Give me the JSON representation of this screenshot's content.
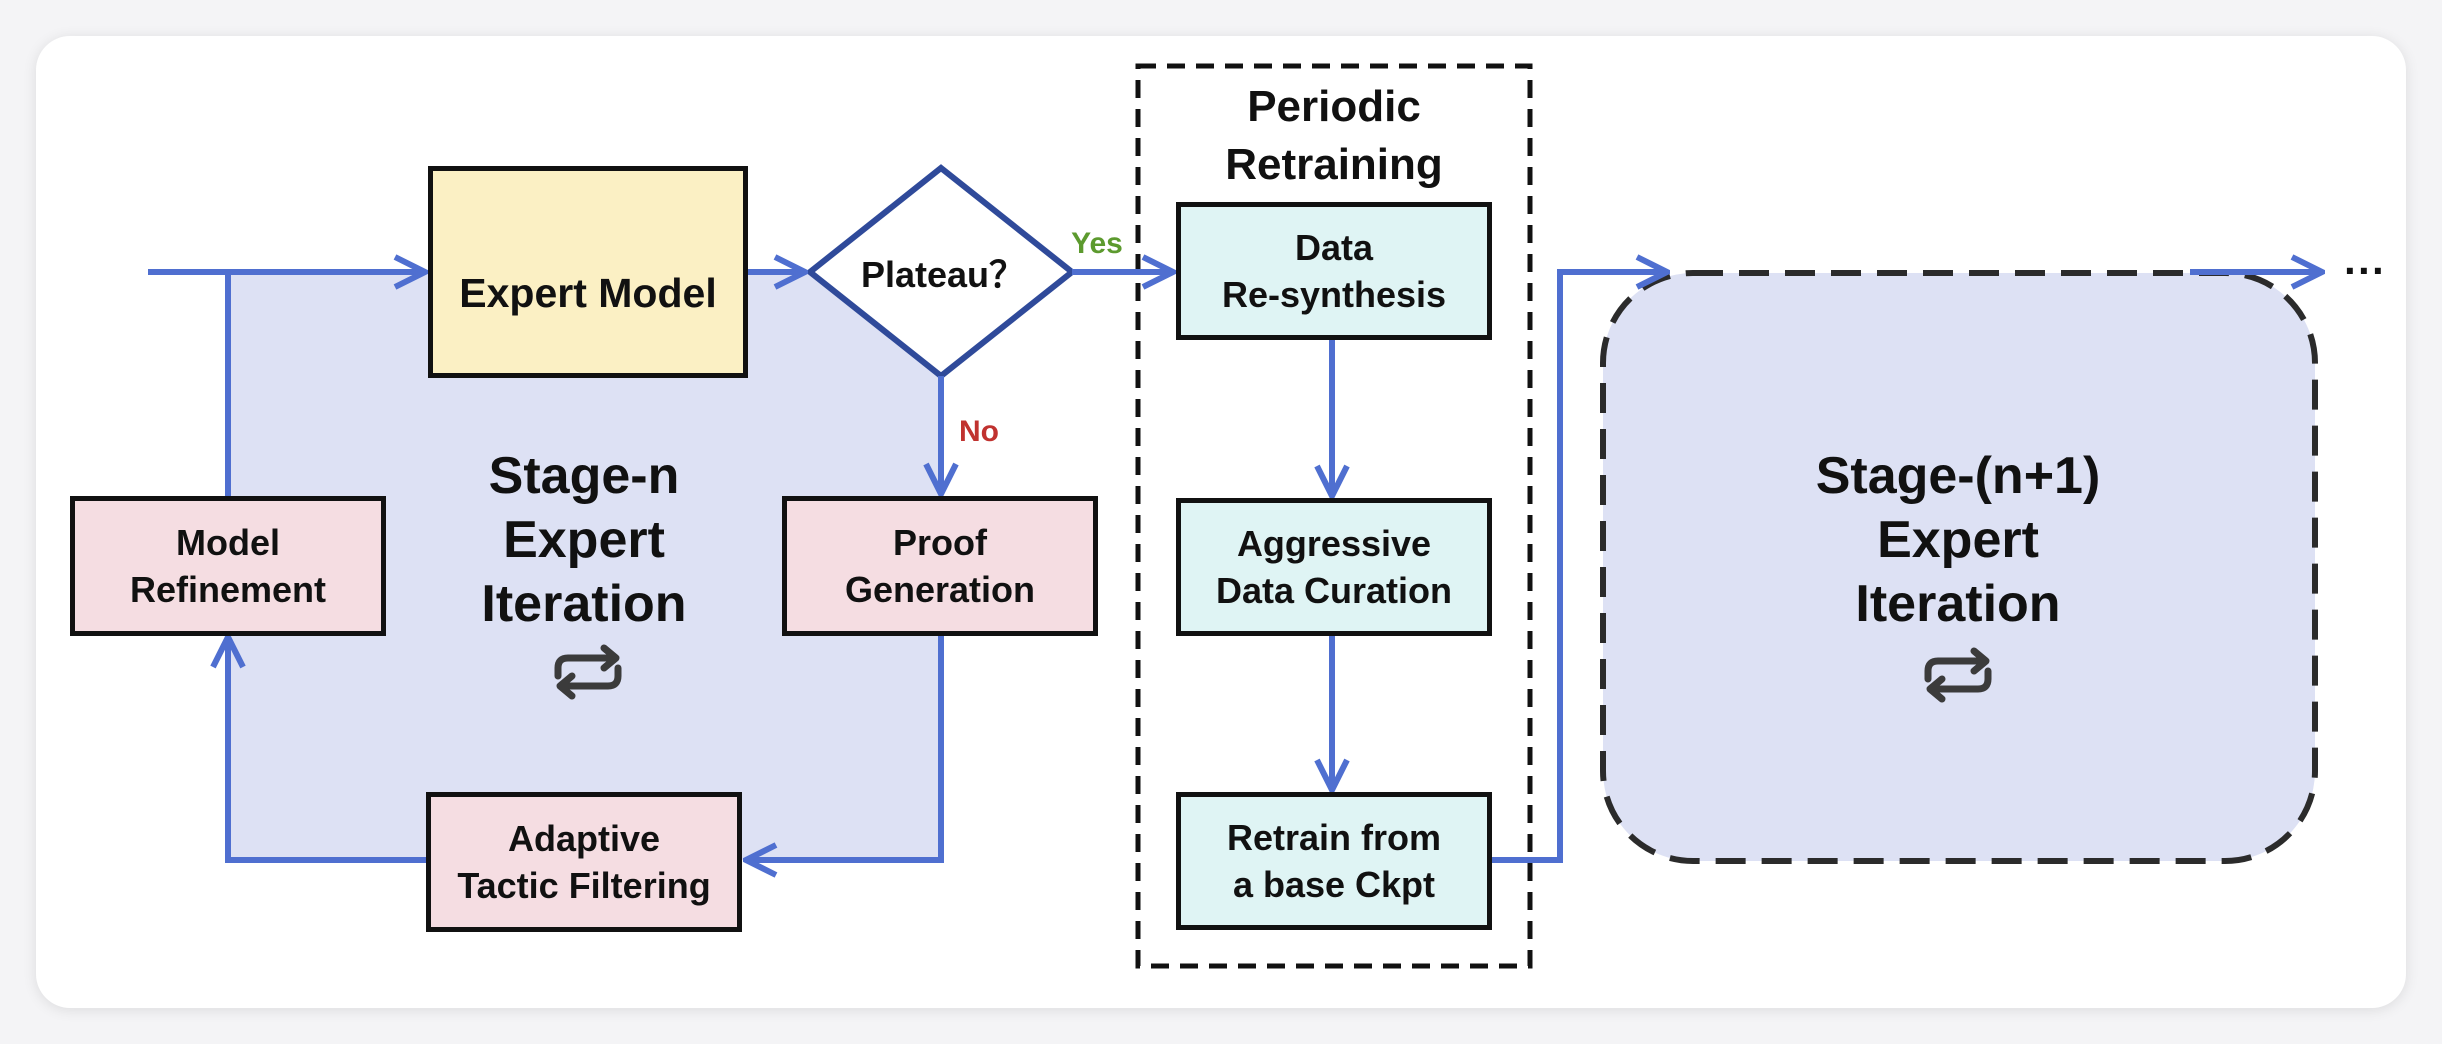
{
  "expert_model": "Expert Model",
  "decision": "Plateau？",
  "yes_label": "Yes",
  "no_label": "No",
  "proof_generation": [
    "Proof",
    "Generation"
  ],
  "adaptive_tactic_filtering": [
    "Adaptive",
    "Tactic Filtering"
  ],
  "model_refinement": [
    "Model",
    "Refinement"
  ],
  "stage_n": [
    "Stage-n",
    "Expert",
    "Iteration"
  ],
  "periodic_retraining": [
    "Periodic",
    "Retraining"
  ],
  "data_resynthesis": [
    "Data",
    "Re-synthesis"
  ],
  "aggressive_data_curation": [
    "Aggressive",
    "Data Curation"
  ],
  "retrain_base": [
    "Retrain from",
    "a base Ckpt"
  ],
  "stage_n1": [
    "Stage-(n+1)",
    "Expert",
    "Iteration"
  ],
  "continuation": "···",
  "icons": [
    "brain-network-icon",
    "repeat-icon"
  ],
  "colors": {
    "arrow": "#4f6fd0",
    "loop_fill": "#dde1f4",
    "yes": "#5c9a2e",
    "no": "#c0322f",
    "pink_box": "#f5dde2",
    "cyan_box": "#dff4f4",
    "yellow_box": "#fbf0c4"
  }
}
